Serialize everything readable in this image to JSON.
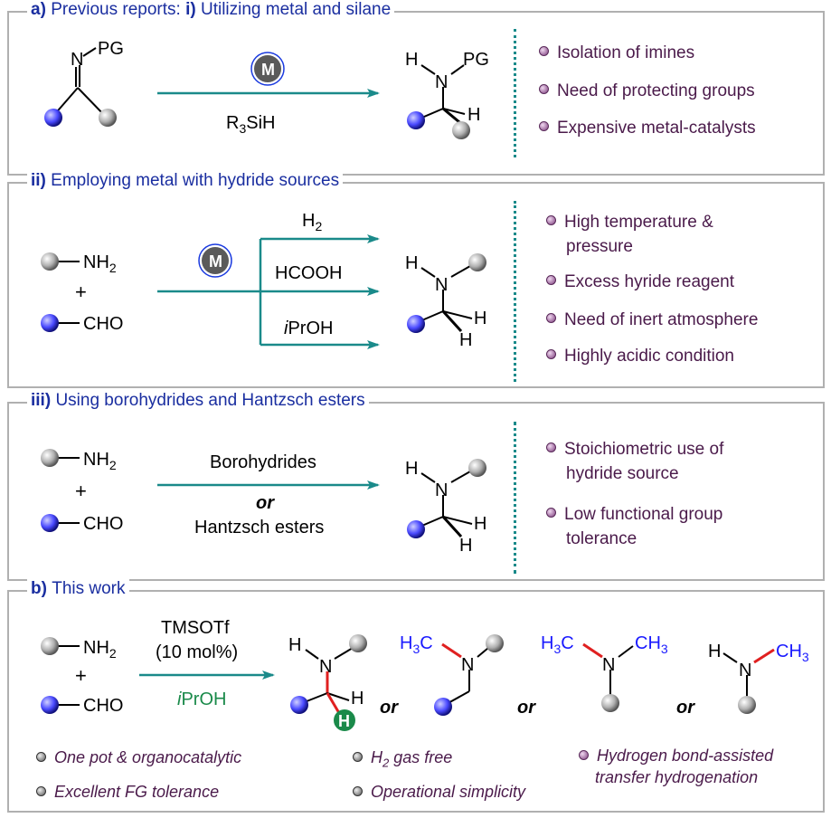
{
  "panels": {
    "a": {
      "title_prefix": "a) ",
      "title_mid": "Previous reports: ",
      "title_roman": "i) ",
      "title_rest": "Utilizing metal and silane",
      "reagent": "R",
      "reagent_sub": "3",
      "reagent_rest": "SiH",
      "catalyst": "M",
      "bullets": [
        "Isolation of imines",
        "Need of protecting groups",
        "Expensive metal-catalysts"
      ]
    },
    "ii": {
      "title_roman": "ii) ",
      "title_rest": "Employing metal with hydride sources",
      "catalyst": "M",
      "sources": [
        "H",
        "HCOOH",
        "PrOH"
      ],
      "h2_sub": "2",
      "iprefix": "i",
      "bullets": [
        "High temperature &",
        "pressure",
        "Excess hyride reagent",
        "Need of inert atmosphere",
        "Highly acidic condition"
      ]
    },
    "iii": {
      "title_roman": "iii) ",
      "title_rest": "Using borohydrides and Hantzsch esters",
      "reagent_top": "Borohydrides",
      "reagent_or": "or",
      "reagent_bottom": "Hantzsch esters",
      "bullets": [
        "Stoichiometric use of",
        "hydride source",
        "Low functional group",
        "tolerance"
      ]
    },
    "b": {
      "title_prefix": "b) ",
      "title_rest": "This work",
      "catalyst": "TMSOTf",
      "loading": "(10 mol%)",
      "solvent_i": "i",
      "solvent": "PrOH",
      "or": "or",
      "bullets": [
        "One pot & organocatalytic",
        "H",
        "2",
        " gas free",
        "Hydrogen bond-assisted",
        "transfer hydrogenation",
        "Excellent FG tolerance",
        "Operational simplicity"
      ]
    }
  },
  "labels": {
    "N": "N",
    "H": "H",
    "PG": "PG",
    "NH": "NH",
    "sub2": "2",
    "CHO": "CHO",
    "plus": "+",
    "H3C": "H",
    "sub3": "3",
    "C": "C",
    "CH": "CH"
  },
  "colors": {
    "teal": "#1a8a8a",
    "blue_text": "#1a2ea0",
    "bullet_text": "#4a1a4a",
    "red_bond": "#e02020",
    "green_h": "#1a8a4a",
    "blue_atom": "#1a1aff"
  }
}
